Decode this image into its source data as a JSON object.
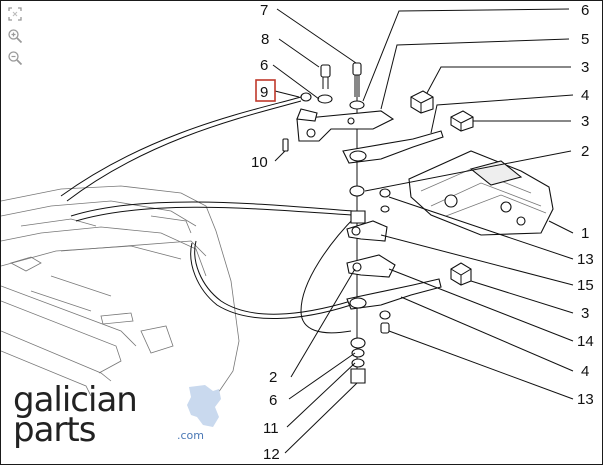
{
  "viewer": {
    "tools": [
      {
        "icon": "fit-page-icon"
      },
      {
        "icon": "zoom-in-icon"
      },
      {
        "icon": "zoom-out-icon"
      }
    ]
  },
  "diagram": {
    "callouts": [
      {
        "id": "c7",
        "label": "7",
        "highlighted": false
      },
      {
        "id": "c6a",
        "label": "6",
        "highlighted": false
      },
      {
        "id": "c8",
        "label": "8",
        "highlighted": false
      },
      {
        "id": "c5",
        "label": "5",
        "highlighted": false
      },
      {
        "id": "c6b",
        "label": "6",
        "highlighted": false
      },
      {
        "id": "c3a",
        "label": "3",
        "highlighted": false
      },
      {
        "id": "c9",
        "label": "9",
        "highlighted": true
      },
      {
        "id": "c4a",
        "label": "4",
        "highlighted": false
      },
      {
        "id": "c3b",
        "label": "3",
        "highlighted": false
      },
      {
        "id": "c10",
        "label": "10",
        "highlighted": false
      },
      {
        "id": "c2a",
        "label": "2",
        "highlighted": false
      },
      {
        "id": "c1",
        "label": "1",
        "highlighted": false
      },
      {
        "id": "c13a",
        "label": "13",
        "highlighted": false
      },
      {
        "id": "c15",
        "label": "15",
        "highlighted": false
      },
      {
        "id": "c3c",
        "label": "3",
        "highlighted": false
      },
      {
        "id": "c14",
        "label": "14",
        "highlighted": false
      },
      {
        "id": "c2b",
        "label": "2",
        "highlighted": false
      },
      {
        "id": "c4b",
        "label": "4",
        "highlighted": false
      },
      {
        "id": "c6c",
        "label": "6",
        "highlighted": false
      },
      {
        "id": "c13b",
        "label": "13",
        "highlighted": false
      },
      {
        "id": "c11",
        "label": "11",
        "highlighted": false
      },
      {
        "id": "c12",
        "label": "12",
        "highlighted": false
      }
    ],
    "highlight_color": "#c0392b"
  },
  "watermark": {
    "brand": "galician\nparts",
    "domain": ".com",
    "accent_color": "#4a78b5"
  }
}
